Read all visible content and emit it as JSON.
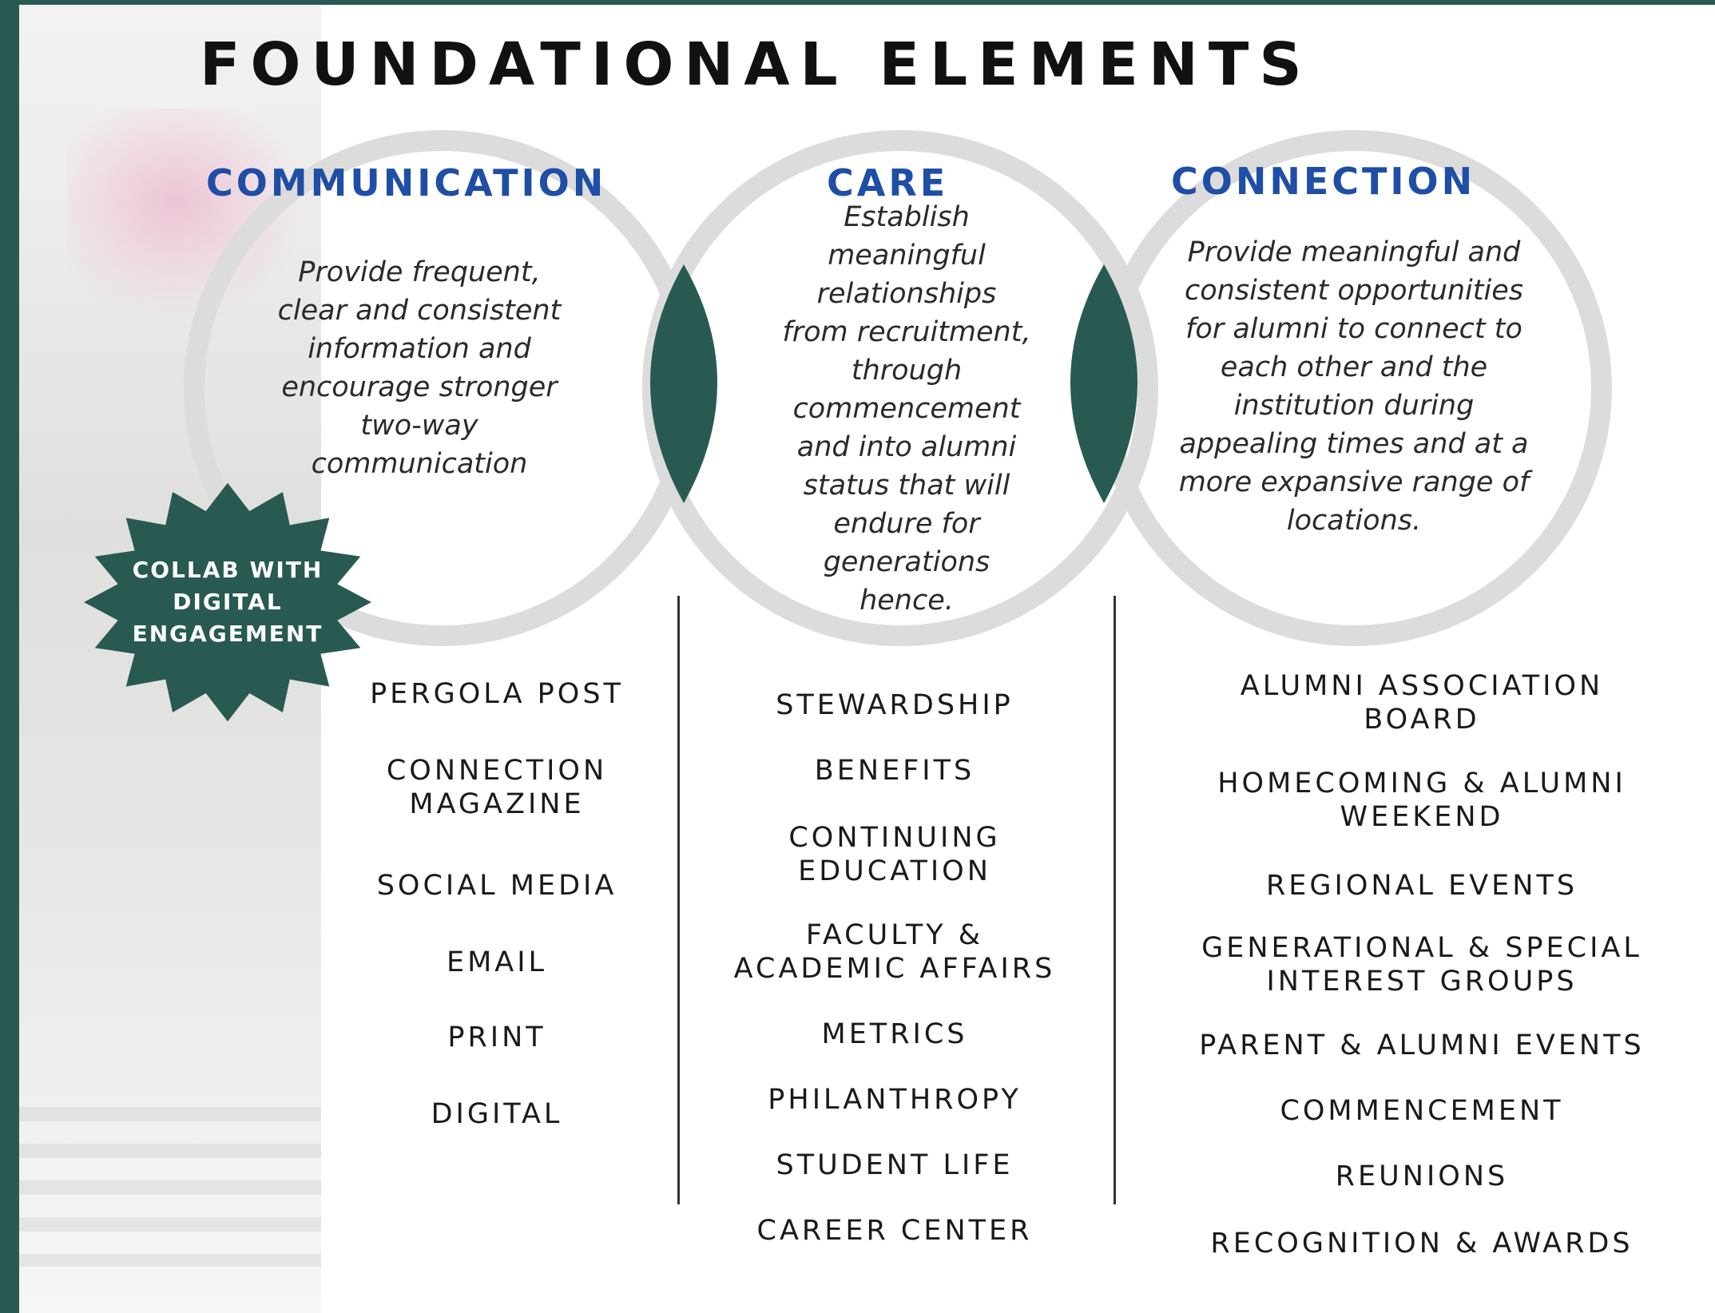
{
  "title": "FOUNDATIONAL ELEMENTS",
  "colors": {
    "frame": "#285a52",
    "heading": "#1f4ea6",
    "lens": "#285a52",
    "circle": "#dcdcdc"
  },
  "columns": [
    {
      "heading": "COMMUNICATION",
      "description": [
        "Provide frequent,",
        "clear and consistent",
        "information and",
        "encourage stronger",
        "two-way",
        "communication"
      ],
      "items": [
        [
          "PERGOLA POST"
        ],
        [
          "CONNECTION",
          "MAGAZINE"
        ],
        [
          "SOCIAL MEDIA"
        ],
        [
          "EMAIL"
        ],
        [
          "PRINT"
        ],
        [
          "DIGITAL"
        ]
      ]
    },
    {
      "heading": "CARE",
      "description": [
        "Establish",
        "meaningful",
        "relationships",
        "from recruitment,",
        "through",
        "commencement",
        "and  into alumni",
        "status that will",
        "endure for",
        "generations",
        "hence."
      ],
      "items": [
        [
          "STEWARDSHIP"
        ],
        [
          "BENEFITS"
        ],
        [
          "CONTINUING",
          "EDUCATION"
        ],
        [
          "FACULTY &",
          "ACADEMIC AFFAIRS"
        ],
        [
          "METRICS"
        ],
        [
          "PHILANTHROPY"
        ],
        [
          "STUDENT LIFE"
        ],
        [
          "CAREER CENTER"
        ]
      ]
    },
    {
      "heading": "CONNECTION",
      "description": [
        "Provide meaningful and",
        "consistent opportunities",
        "for alumni to connect  to",
        "each other and the",
        "institution  during",
        "appealing times and at a",
        "more expansive range of",
        "locations."
      ],
      "items": [
        [
          "ALUMNI ASSOCIATION",
          "BOARD"
        ],
        [
          "HOMECOMING & ALUMNI",
          "WEEKEND"
        ],
        [
          "REGIONAL EVENTS"
        ],
        [
          "GENERATIONAL & SPECIAL",
          "INTEREST GROUPS"
        ],
        [
          "PARENT & ALUMNI EVENTS"
        ],
        [
          "COMMENCEMENT"
        ],
        [
          "REUNIONS"
        ],
        [
          "RECOGNITION & AWARDS"
        ]
      ]
    }
  ],
  "badge": {
    "lines": [
      "COLLAB WITH",
      "DIGITAL",
      "ENGAGEMENT"
    ]
  }
}
